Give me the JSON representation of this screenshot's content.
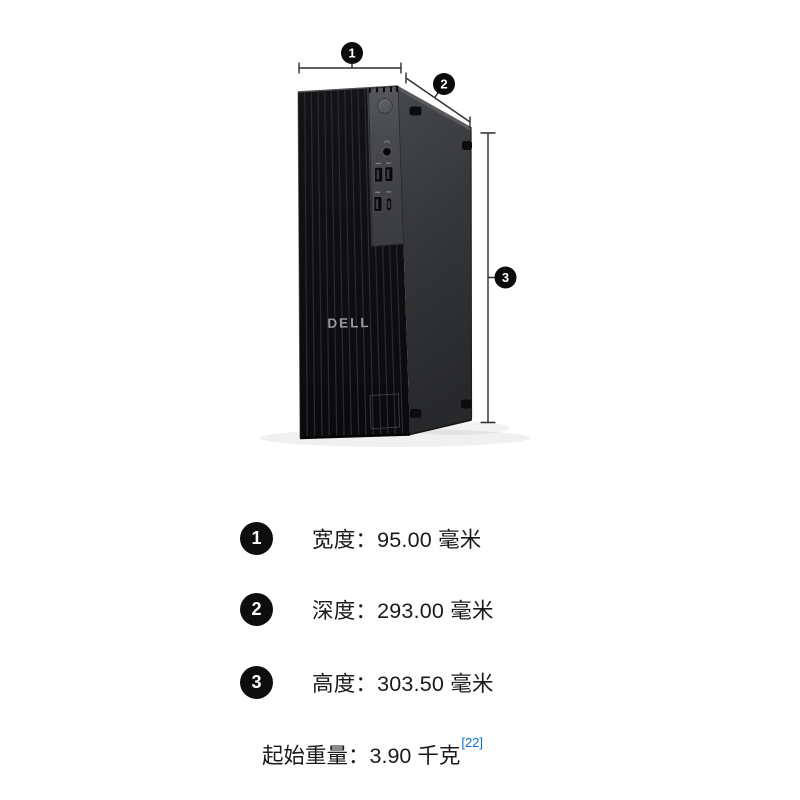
{
  "figure": {
    "logo_text": "DELL",
    "callouts": [
      "1",
      "2",
      "3"
    ]
  },
  "specs": {
    "rows": [
      {
        "num": "1",
        "label": "宽度：",
        "value": "95.00 毫米"
      },
      {
        "num": "2",
        "label": "深度：",
        "value": "293.00 毫米"
      },
      {
        "num": "3",
        "label": "高度：",
        "value": "303.50 毫米"
      }
    ],
    "weight_row": {
      "label": "起始重量：",
      "value": "3.90 千克",
      "footnote": "[22]"
    }
  },
  "colors": {
    "footnote_link": "#0b6fce",
    "badge_black": "#0d0d0d",
    "text": "#1a1a1a",
    "background": "#ffffff"
  }
}
